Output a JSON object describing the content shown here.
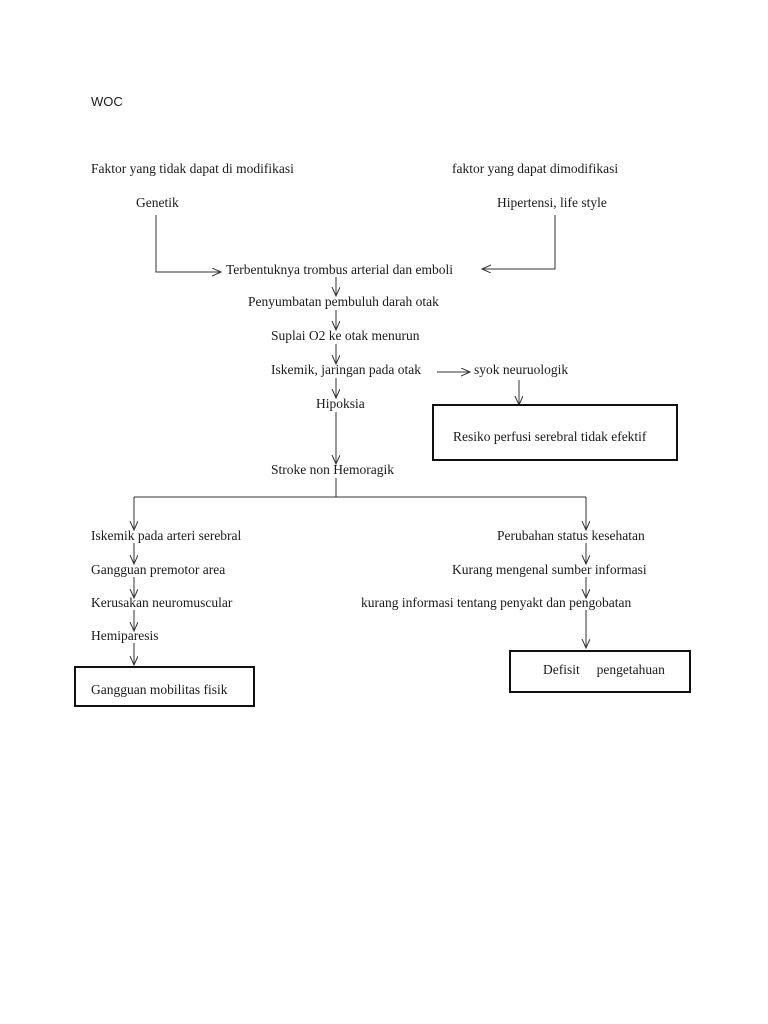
{
  "title": "WOC",
  "left_header": "Faktor yang tidak dapat di modifikasi",
  "right_header": "faktor yang dapat dimodifikasi",
  "left_factor": "Genetik",
  "right_factor": "Hipertensi, life style",
  "chain": [
    "Terbentuknya trombus arterial dan emboli",
    "Penyumbatan pembuluh darah otak",
    "Suplai O2 ke otak menurun",
    "Iskemik, jaringan pada otak",
    "Hipoksia",
    "Stroke non Hemoragik"
  ],
  "side_node": "syok neuruologik",
  "box_top": "Resiko perfusi serebral tidak efektif",
  "left_branch": [
    "Iskemik pada arteri serebral",
    "Gangguan premotor area",
    "Kerusakan neuromuscular",
    "Hemiparesis"
  ],
  "box_left": "Gangguan mobilitas fisik",
  "right_branch": [
    "Perubahan status kesehatan",
    "Kurang mengenal sumber informasi",
    "kurang informasi tentang penyakt dan pengobatan"
  ],
  "box_right": "Defisit     pengetahuan",
  "line_color": "#333333"
}
